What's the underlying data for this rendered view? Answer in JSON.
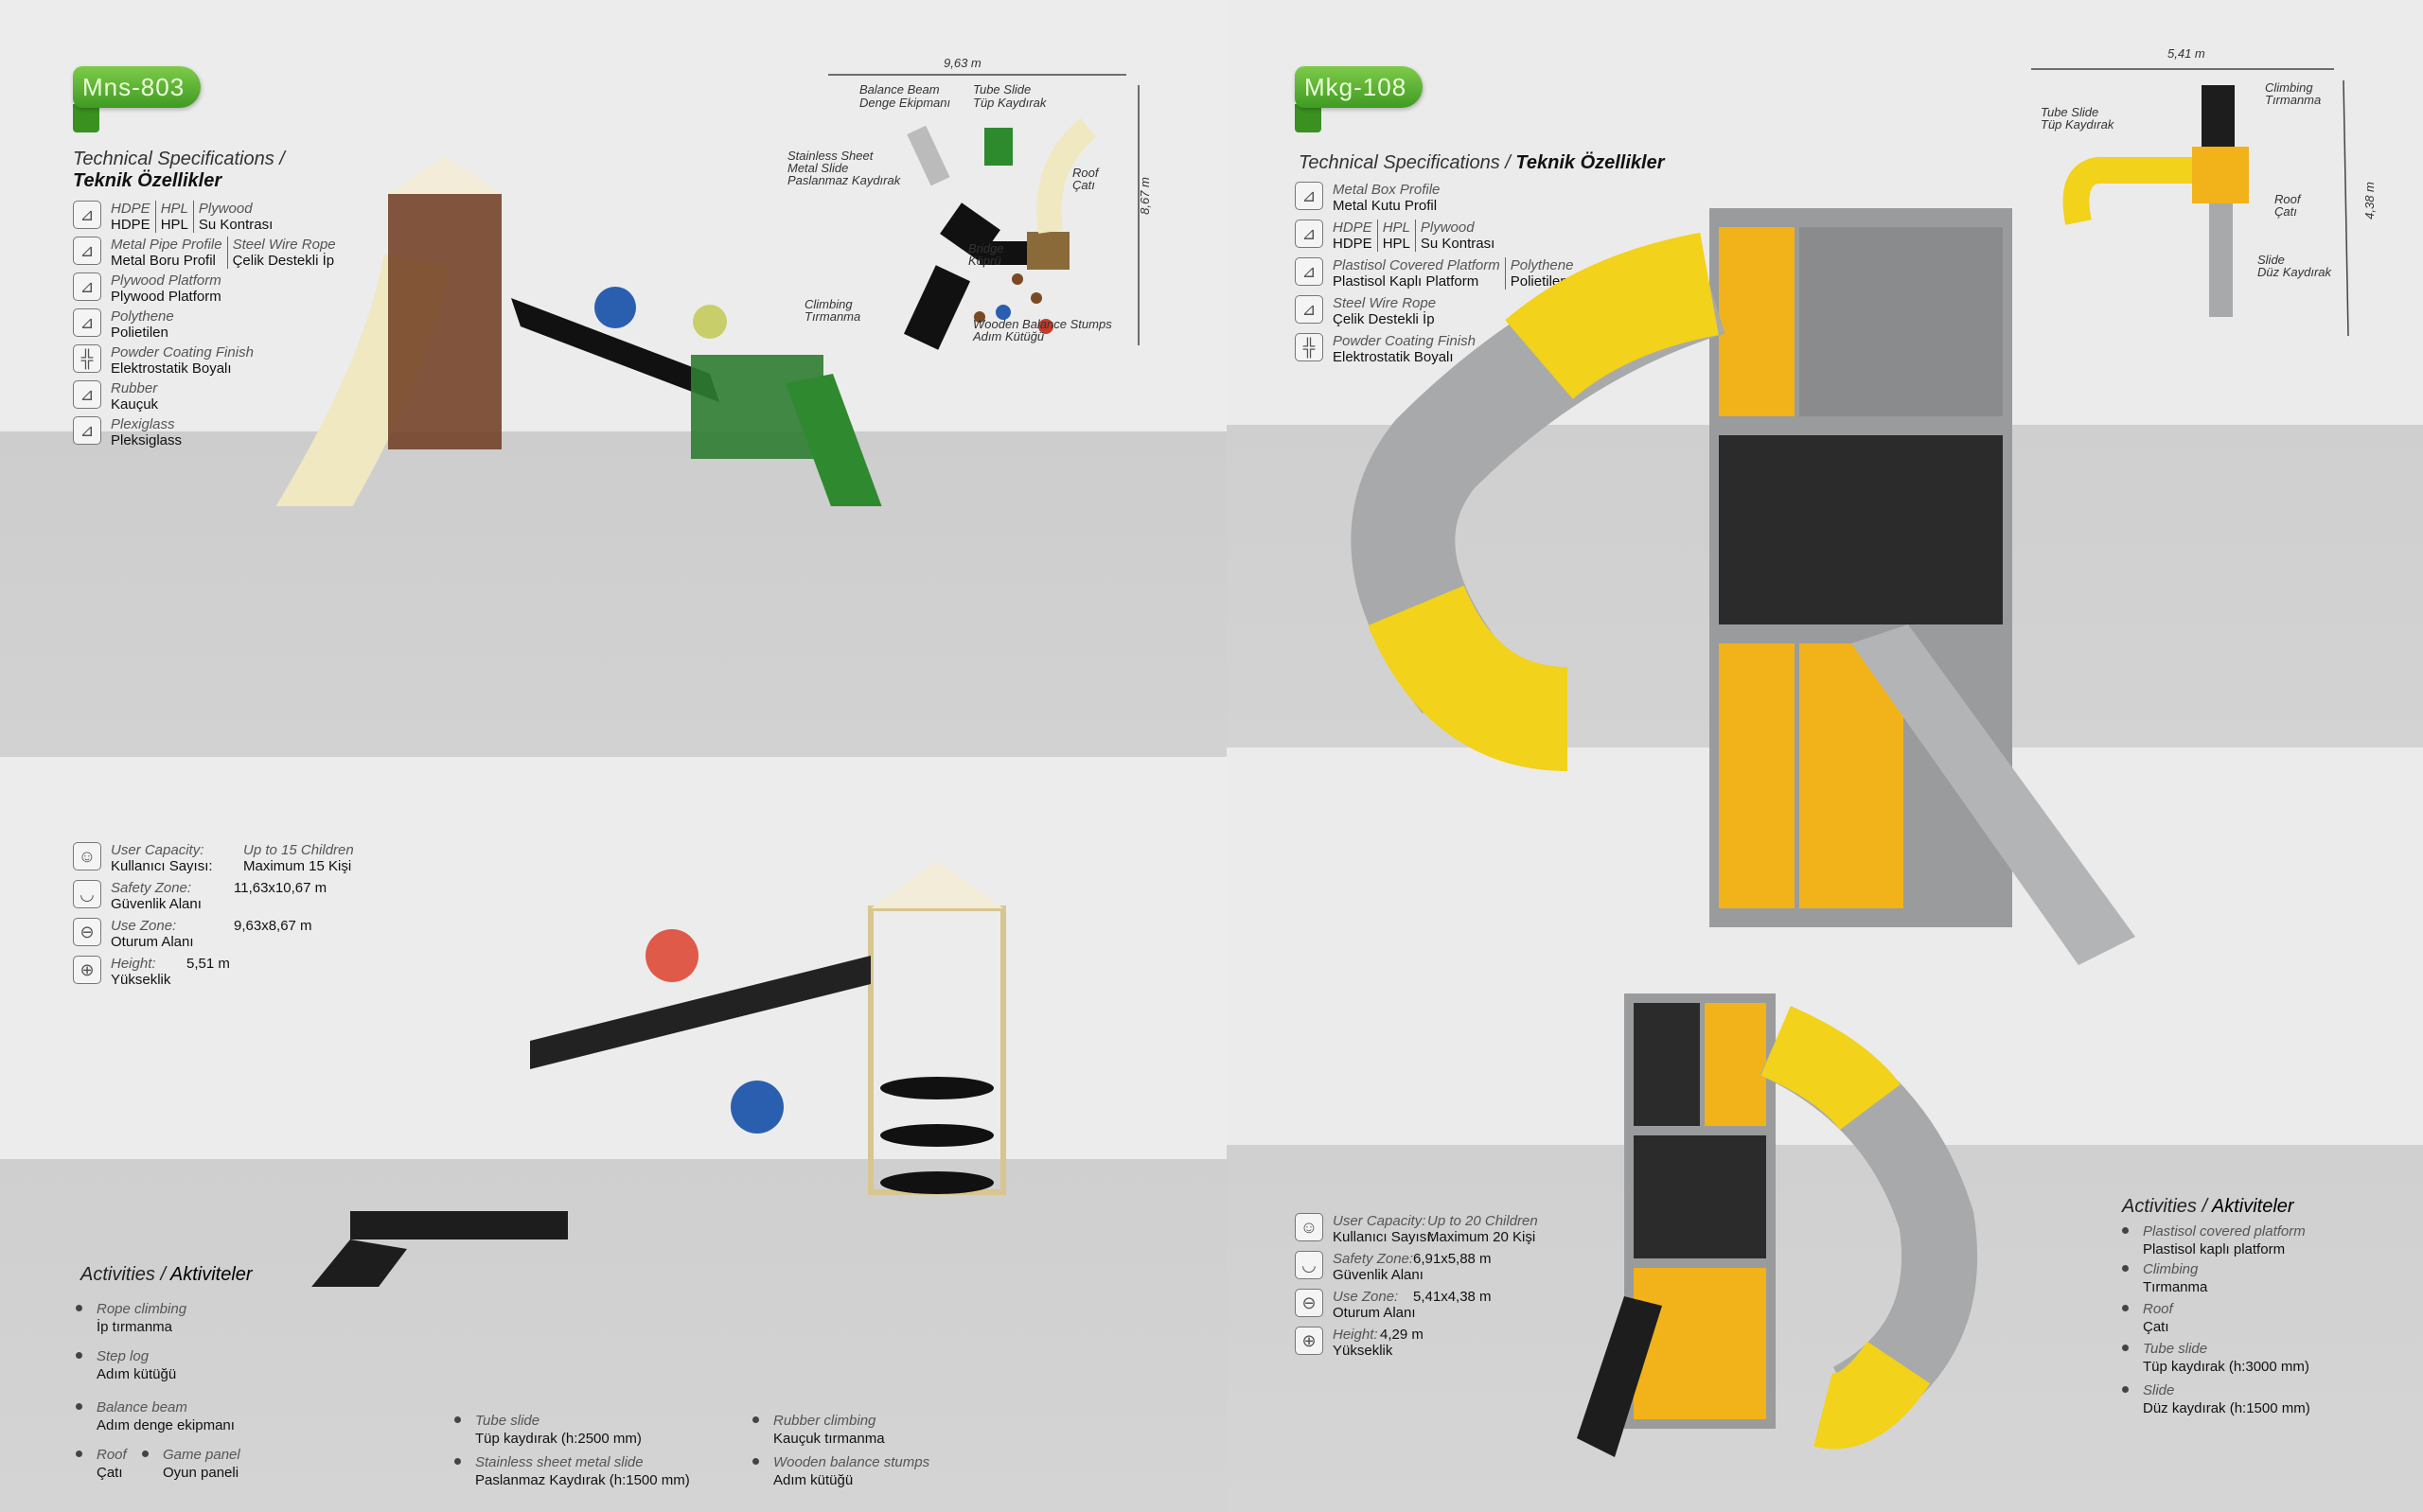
{
  "left": {
    "model": "Mns-803",
    "spec_title_en": "Technical Specifications /",
    "spec_title_tr": "Teknik Özellikler",
    "specs": [
      {
        "icon": "material-icon",
        "cols": [
          {
            "en": "HDPE",
            "tr": "HDPE"
          },
          {
            "en": "HPL",
            "tr": "HPL"
          },
          {
            "en": "Plywood",
            "tr": "Su Kontrası"
          }
        ]
      },
      {
        "icon": "material-icon",
        "cols": [
          {
            "en": "Metal Pipe Profile",
            "tr": "Metal Boru Profil"
          },
          {
            "en": "Steel Wire Rope",
            "tr": "Çelik Destekli İp"
          }
        ]
      },
      {
        "icon": "material-icon",
        "cols": [
          {
            "en": "Plywood Platform",
            "tr": "Plywood Platform"
          }
        ]
      },
      {
        "icon": "material-icon",
        "cols": [
          {
            "en": "Polythene",
            "tr": "Polietilen"
          }
        ]
      },
      {
        "icon": "spray-gun-icon",
        "cols": [
          {
            "en": "Powder Coating Finish",
            "tr": "Elektrostatik Boyalı"
          }
        ]
      },
      {
        "icon": "material-icon",
        "cols": [
          {
            "en": "Rubber",
            "tr": "Kauçuk"
          }
        ]
      },
      {
        "icon": "material-icon",
        "cols": [
          {
            "en": "Plexiglass",
            "tr": "Pleksiglass"
          }
        ]
      }
    ],
    "stats": [
      {
        "icon": "users-icon",
        "en": "User Capacity:",
        "tr": "Kullanıcı Sayısı:",
        "val_en": "Up to 15 Children",
        "val_tr": "Maximum 15 Kişi"
      },
      {
        "icon": "shield-icon",
        "en": "Safety Zone:",
        "tr": "Güvenlik Alanı",
        "val_en": "11,63x10,67 m"
      },
      {
        "icon": "use-zone-icon",
        "en": "Use Zone:",
        "tr": "Oturum Alanı",
        "val_en": "9,63x8,67 m"
      },
      {
        "icon": "height-icon",
        "en": "Height:",
        "tr": "Yükseklik",
        "val_en": "5,51 m"
      }
    ],
    "activities_title_en": "Activities /",
    "activities_title_tr": "Aktiviteler",
    "activities": [
      {
        "en": "Rope climbing",
        "tr": "İp tırmanma"
      },
      {
        "en": "Step log",
        "tr": "Adım kütüğü"
      },
      {
        "en": "Balance beam",
        "tr": "Adım denge ekipmanı"
      },
      {
        "en": "Roof",
        "tr": "Çatı"
      },
      {
        "en": "Game panel",
        "tr": "Oyun paneli"
      },
      {
        "en": "Tube slide",
        "tr": "Tüp kaydırak (h:2500 mm)"
      },
      {
        "en": "Stainless sheet metal slide",
        "tr": "Paslanmaz Kaydırak (h:1500 mm)"
      },
      {
        "en": "Rubber climbing",
        "tr": "Kauçuk tırmanma"
      },
      {
        "en": "Wooden balance stumps",
        "tr": "Adım kütüğü"
      }
    ],
    "plan": {
      "width": "9,63 m",
      "depth": "8,67 m",
      "labels": [
        "Balance Beam",
        "Denge Ekipmanı",
        "Tube Slide",
        "Tüp Kaydırak",
        "Stainless Sheet",
        "Metal Slide",
        "Paslanmaz Kaydırak",
        "Roof",
        "Çatı",
        "Bridge",
        "Köprü",
        "Climbing",
        "Tırmanma",
        "Wooden Balance Stumps",
        "Adım Kütüğü"
      ]
    }
  },
  "right": {
    "model": "Mkg-108",
    "spec_title_en": "Technical Specifications /",
    "spec_title_tr": "Teknik Özellikler",
    "specs": [
      {
        "icon": "material-icon",
        "cols": [
          {
            "en": "Metal Box Profile",
            "tr": "Metal Kutu Profil"
          }
        ]
      },
      {
        "icon": "material-icon",
        "cols": [
          {
            "en": "HDPE",
            "tr": "HDPE"
          },
          {
            "en": "HPL",
            "tr": "HPL"
          },
          {
            "en": "Plywood",
            "tr": "Su Kontrası"
          }
        ]
      },
      {
        "icon": "material-icon",
        "cols": [
          {
            "en": "Plastisol Covered Platform",
            "tr": "Plastisol Kaplı Platform"
          },
          {
            "en": "Polythene",
            "tr": "Polietilen"
          }
        ]
      },
      {
        "icon": "material-icon",
        "cols": [
          {
            "en": "Steel Wire Rope",
            "tr": "Çelik Destekli İp"
          }
        ]
      },
      {
        "icon": "spray-gun-icon",
        "cols": [
          {
            "en": "Powder Coating Finish",
            "tr": "Elektrostatik Boyalı"
          }
        ]
      }
    ],
    "stats": [
      {
        "icon": "users-icon",
        "en": "User Capacity:",
        "tr": "Kullanıcı Sayısı:",
        "val_en": "Up to 20 Children",
        "val_tr": "Maximum 20 Kişi"
      },
      {
        "icon": "shield-icon",
        "en": "Safety Zone:",
        "tr": "Güvenlik Alanı",
        "val_en": "6,91x5,88 m"
      },
      {
        "icon": "use-zone-icon",
        "en": "Use Zone:",
        "tr": "Oturum Alanı",
        "val_en": "5,41x4,38 m"
      },
      {
        "icon": "height-icon",
        "en": "Height:",
        "tr": "Yükseklik",
        "val_en": "4,29 m"
      }
    ],
    "activities_title_en": "Activities /",
    "activities_title_tr": "Aktiviteler",
    "activities": [
      {
        "en": "Plastisol covered platform",
        "tr": "Plastisol kaplı platform"
      },
      {
        "en": "Climbing",
        "tr": "Tırmanma"
      },
      {
        "en": "Roof",
        "tr": "Çatı"
      },
      {
        "en": "Tube slide",
        "tr": "Tüp kaydırak (h:3000 mm)"
      },
      {
        "en": "Slide",
        "tr": "Düz kaydırak (h:1500 mm)"
      }
    ],
    "plan": {
      "width": "5,41 m",
      "depth": "4,38 m",
      "labels": [
        "Climbing",
        "Tırmanma",
        "Tube Slide",
        "Tüp Kaydırak",
        "Roof",
        "Çatı",
        "Slide",
        "Düz Kaydırak"
      ]
    }
  },
  "colors": {
    "brand_green": "#4caf2a",
    "yellow": "#f2d21a",
    "grey_metal": "#a8a9ab",
    "cream": "#efe8c0",
    "dark_green": "#2f7d2a"
  }
}
